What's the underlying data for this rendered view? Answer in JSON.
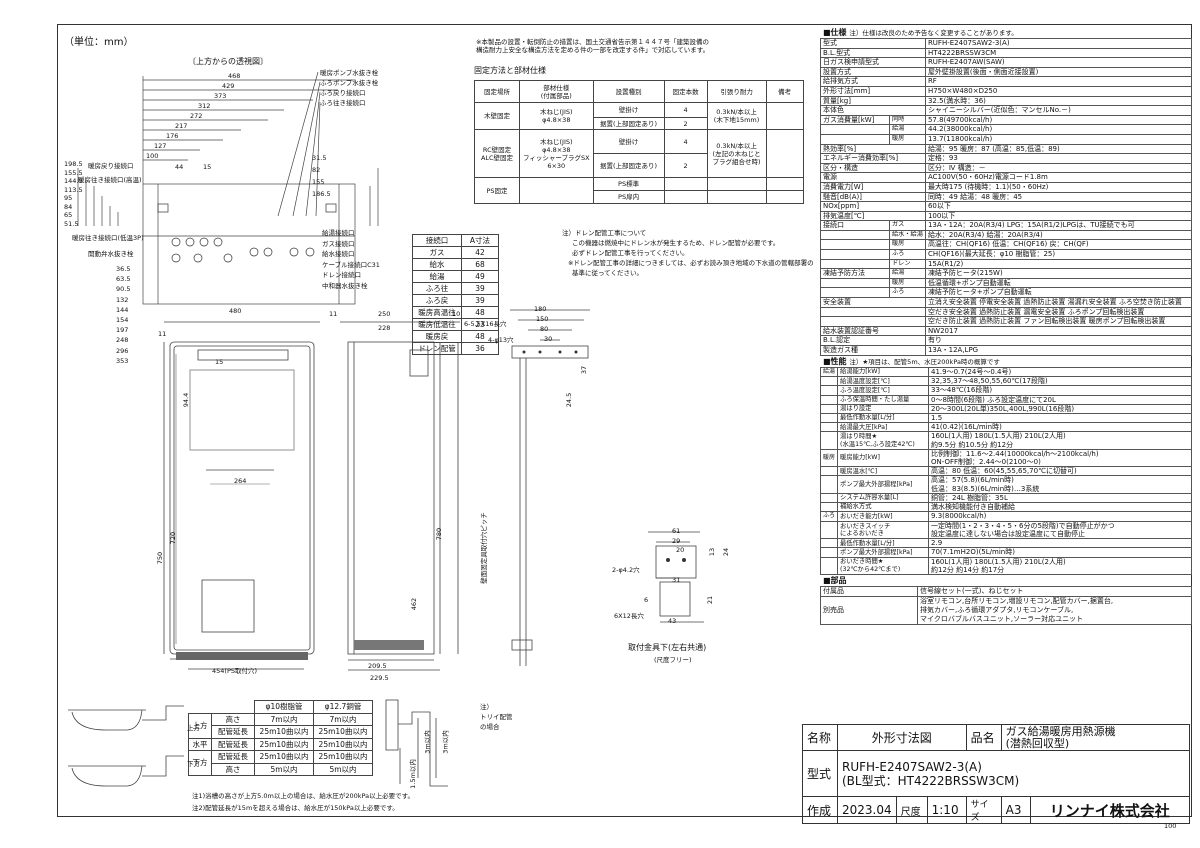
{
  "unit_label": "（単位：mm）",
  "top_view_label": "〔上方からの透視図〕",
  "top_view": {
    "widths": [
      "468",
      "429",
      "373",
      "312",
      "272",
      "217",
      "176",
      "127",
      "100"
    ],
    "left_labels": [
      "暖房戻り接続口",
      "暖房往き接続口(高温)",
      "暖房往き接続口(低温3P)",
      "開動弁水抜き栓"
    ],
    "right_labels_top": [
      "暖房ポンプ水抜き栓",
      "ふろポンプ水抜き栓",
      "ふろ戻り接続口",
      "ふろ往き接続口"
    ],
    "right_labels_bottom": [
      "給湯接続口",
      "ガス接続口",
      "給水接続口",
      "ケーブル接続口C31",
      "ドレン接続口",
      "中和器水抜き栓"
    ],
    "vert_left": [
      "198.5",
      "155.5",
      "144.5",
      "113.5",
      "95",
      "84",
      "65",
      "51.5"
    ],
    "vert_right": [
      "31.5",
      "82",
      "155",
      "186.5"
    ],
    "bottom": [
      "36.5",
      "63.5",
      "90.5",
      "132",
      "144",
      "154",
      "197",
      "248",
      "296",
      "353"
    ],
    "small": [
      "44",
      "15"
    ]
  },
  "notice": {
    "line1": "※本製品の設置・転倒防止の措置は、国土交通省告示第１４４７号「建築設備の",
    "line2": "構造耐力上安全な構造方法を定める件の一部を改定する件」で対応しています。"
  },
  "fix_table": {
    "title": "固定方法と部材仕様",
    "headers": [
      "固定場所",
      "部材仕様\n(付属部品)",
      "設置種別",
      "固定本数",
      "引張り耐力",
      "備考"
    ],
    "rows": [
      [
        "木壁固定",
        "木ねじ(JIS)\nφ4.8×38",
        "壁掛け",
        "4",
        "0.3kN/本以上\n(木下地15mm)",
        ""
      ],
      [
        "",
        "",
        "据置(上部固定あり)",
        "2",
        "",
        ""
      ],
      [
        "RC壁固定\nALC壁固定",
        "木ねじ(JIS)\nφ4.8×38\nフィッシャープラグSX\n6×30",
        "壁掛け",
        "4",
        "0.3kN/本以上\n(左記の木ねじと\nプラグ組合せ時)",
        ""
      ],
      [
        "",
        "",
        "据置(上部固定あり)",
        "2",
        "",
        ""
      ],
      [
        "PS固定",
        "",
        "PS標準",
        "",
        "",
        ""
      ],
      [
        "",
        "",
        "PS扉内",
        "",
        "",
        ""
      ]
    ]
  },
  "drain_note": {
    "head": "注）ドレン配管工事について",
    "lines": [
      "この機器は燃焼中にドレン水が発生するため、ドレン配管が必要です。",
      "必ずドレン配管工事を行ってください。",
      "※ドレン配管工事の詳細につきましては、必ずお読み頂き地域の下水道の管轄部署の",
      "基準に従ってください。"
    ]
  },
  "connector_table": {
    "headers": [
      "接続口",
      "A寸法"
    ],
    "rows": [
      [
        "ガス",
        "42"
      ],
      [
        "給水",
        "68"
      ],
      [
        "給湯",
        "49"
      ],
      [
        "ふろ往",
        "39"
      ],
      [
        "ふろ戻",
        "39"
      ],
      [
        "暖房高温往",
        "48"
      ],
      [
        "暖房低温往",
        "23"
      ],
      [
        "暖房戻",
        "48"
      ],
      [
        "ドレン配管",
        "36"
      ]
    ]
  },
  "front": {
    "w": "480",
    "h1": "750",
    "h2": "720",
    "d1": "264",
    "d2": "15",
    "d3": "94.4",
    "d4": "11",
    "pitch": "454(PS取付穴)",
    "vtext": "壁面固定具取付穴ピッチ",
    "v462": "462"
  },
  "side": {
    "top": [
      "11",
      "250",
      "10"
    ],
    "w228": "228",
    "h780": "780",
    "bottom": "209.5",
    "under": "229.5"
  },
  "bracket_top": {
    "label1": "6-5.5X16長穴",
    "label2": "4-φ13穴",
    "dims": [
      "180",
      "150",
      "80",
      "30"
    ],
    "side": [
      "37",
      "24.5"
    ]
  },
  "bracket": {
    "dims": [
      "61",
      "29",
      "20",
      "31",
      "13",
      "24",
      "21",
      "43",
      "6"
    ],
    "hole": "2-φ4.2穴",
    "slot": "6X12長穴",
    "caption": "取付金具下(左右共通)",
    "caption2": "(尺度フリー)"
  },
  "pipe_table": {
    "h1": "φ10樹脂管",
    "h2": "φ12.7銅管",
    "rows": [
      [
        "上方",
        "高さ",
        "7m以内",
        "7m以内"
      ],
      [
        "",
        "配管延長",
        "25m10曲以内",
        "25m10曲以内"
      ],
      [
        "水平",
        "配管延長",
        "25m10曲以内",
        "25m10曲以内"
      ],
      [
        "下方",
        "配管延長",
        "25m10曲以内",
        "25m10曲以内"
      ],
      [
        "",
        "高さ",
        "5m以内",
        "5m以内"
      ]
    ],
    "side_a": "上方",
    "side_b": "下方",
    "note1": "注1)浴槽の高さが上方5.0m以上の場合は、給水圧が200kPa以上必要です。",
    "note2": "注2)配管延長が15mを超える場合は、給水圧が150kPa以上必要です。",
    "trap": "注）\nトリイ配管\nの場合",
    "trap_dims": [
      "3m以内",
      "3m以内",
      "1.5m以内"
    ]
  },
  "spec": {
    "head": "■仕様",
    "head_note": "注）仕様は改良のため予告なく変更することがあります。",
    "rows": [
      [
        "型式",
        "",
        "RUFH-E2407SAW2-3(A)"
      ],
      [
        "B.L.型式",
        "",
        "HT4222BRSSW3CM"
      ],
      [
        "日ガス検申請型式",
        "",
        "RUFH-E2407AW(SAW)"
      ],
      [
        "設置方式",
        "",
        "屋外壁掛設置(後面・側面近接設置)"
      ],
      [
        "給排気方式",
        "",
        "RF"
      ],
      [
        "外形寸法[mm]",
        "",
        "H750×W480×D250"
      ],
      [
        "質量[kg]",
        "",
        "32.5(満水時：36)"
      ],
      [
        "本体色",
        "",
        "シャイニーシルバー(近似色：マンセルNo.－)"
      ],
      [
        "ガス消費量[kW]",
        "同時",
        "57.8(49700kcal/h)"
      ],
      [
        "",
        "給湯",
        "44.2(38000kcal/h)"
      ],
      [
        "",
        "暖房",
        "13.7(11800kcal/h)"
      ],
      [
        "熱効率[%]",
        "",
        "給湯：95 暖房：87 (高温：85,低温：89)"
      ],
      [
        "エネルギー消費効率[%]",
        "",
        "定格：93"
      ],
      [
        "区分・構造",
        "",
        "区分：Ⅳ 構造：－"
      ],
      [
        "電源",
        "",
        "AC100V(50・60Hz)電源コード1.8m"
      ],
      [
        "消費電力[W]",
        "",
        "最大時175 (待機時：1.1)(50・60Hz)"
      ],
      [
        "騒音[dB(A)]",
        "",
        "同時：49 給湯：48 暖房：45"
      ],
      [
        "NOx[ppm]",
        "",
        "60以下"
      ],
      [
        "排気温度[℃]",
        "",
        "100以下"
      ],
      [
        "接続口",
        "ガス",
        "13A・12A：20A(R3/4) LPG：15A(R1/2)LPGは、TU接続でも可"
      ],
      [
        "",
        "給水・給湯",
        "給水：20A(R3/4) 給湯：20A(R3/4)"
      ],
      [
        "",
        "暖房",
        "高温往：CH(QF16) 低温：CH(QF16) 戻：CH(QF)"
      ],
      [
        "",
        "ふろ",
        "CH(QF16)(最大延長：φ10 樹脂管：25)"
      ],
      [
        "",
        "ドレン",
        "15A(R1/2)"
      ],
      [
        "凍結予防方法",
        "給湯",
        "凍結予防ヒータ(215W)"
      ],
      [
        "",
        "暖房",
        "低温循環+ポンプ自動運転"
      ],
      [
        "",
        "ふろ",
        "凍結予防ヒータ+ポンプ自動運転"
      ],
      [
        "安全装置",
        "",
        "立消え安全装置 停電安全装置 過熱防止装置 湯漏れ安全装置 ふろ空焚き防止装置"
      ],
      [
        "",
        "",
        "空だき安全装置 過熱防止装置 漏電安全装置 ふろポンプ回転検出装置"
      ],
      [
        "",
        "",
        "空だき防止装置 過熱防止装置 ファン回転検出装置 暖房ポンプ回転検出装置"
      ],
      [
        "給水装置認証番号",
        "",
        "NW2017"
      ],
      [
        "B.L.認定",
        "",
        "有り"
      ],
      [
        "製造ガス種",
        "",
        "13A・12A,LPG"
      ]
    ],
    "perf_head": "■性能",
    "perf_note": "注）★項目は、配管5m、水圧200kPa時の概算です",
    "perf_rows": [
      [
        "給湯",
        "給湯能力[kW]",
        "41.9～0.7(24号～0.4号)"
      ],
      [
        "",
        "給湯温度設定[℃]",
        "32,35,37～48,50,55,60℃(17段階)"
      ],
      [
        "",
        "ふろ温度設定[℃]",
        "33～48℃(16段階)"
      ],
      [
        "",
        "ふろ保温時間・たし湯量",
        "0～8時間(6段階) ふろ設定温度にて20L"
      ],
      [
        "",
        "湯はり設定",
        "20～300L(20L単)350L,400L,990L(16段階)"
      ],
      [
        "",
        "最低作動水量[L/分]",
        "1.5"
      ],
      [
        "",
        "給湯最大圧[kPa]",
        "41(0.42)(16L/min時)"
      ],
      [
        "",
        "湯はり時間★\n(水温15℃,ふろ設定42℃)",
        "160L(1人用) 180L(1.5人用) 210L(2人用)\n約9.5分 約10.5分 約12分"
      ],
      [
        "暖房",
        "暖房能力[kW]",
        "比例制御：11.6～2.44(10000kcal/h～2100kcal/h)\nON-OFF制御：2.44～0(2100～0)"
      ],
      [
        "",
        "暖房温水[℃]",
        "高温：80 低温：60(45,55,65,70℃に切替可)"
      ],
      [
        "",
        "ポンプ最大外部揚程[kPa]",
        "高温：57(5.8)(6L/min時)\n低温：83(8.5)(6L/min時)…3系統"
      ],
      [
        "",
        "システム許容水量[L]",
        "銅管：24L 樹脂管：35L"
      ],
      [
        "",
        "補給水方式",
        "満水検知機能付き自動補給"
      ],
      [
        "ふろ",
        "おいだき能力[kW]",
        "9.3(8000kcal/h)"
      ],
      [
        "",
        "おいだきスイッチ\nによるおいだき",
        "一定時間(1・2・3・4・5・6分の5段階)で自動停止がかつ\n設定温度に達しない場合は設定温度にて自動停止"
      ],
      [
        "",
        "最低作動水量[L/分]",
        "2.9"
      ],
      [
        "",
        "ポンプ最大外部揚程[kPa]",
        "70(7.1mH2O)(5L/min時)"
      ],
      [
        "",
        "おいだき時間★\n(32℃から42℃まで)",
        "160L(1人用) 180L(1.5人用) 210L(2人用)\n約12分 約14分 約17分"
      ]
    ],
    "parts_head": "■部品",
    "parts_rows": [
      [
        "付属品",
        "信号線セット(一式)、ねじセット"
      ],
      [
        "別売品",
        "浴室リモコン,台所リモコン,増設リモコン,配管カバー,据置台,\n排気カバー,ふろ循環アダプタ,リモコンケーブル,\nマイクロバブルバスユニット,ソーラー対応ユニット"
      ]
    ]
  },
  "titleblock": {
    "name_label": "名称",
    "name": "外形寸法図",
    "item_label": "品名",
    "item": "ガス給湯暖房用熱源機\n(潜熱回収型)",
    "model_label": "型式",
    "model1": "RUFH-E2407SAW2-3(A)",
    "model2": "(BL型式：HT4222BRSSW3CM)",
    "made_label": "作成",
    "date": "2023.04",
    "scale_label": "尺度",
    "scale": "1:10",
    "size_label": "サイズ",
    "size": "A3",
    "company": "リンナイ株式会社"
  },
  "page_no": "100"
}
